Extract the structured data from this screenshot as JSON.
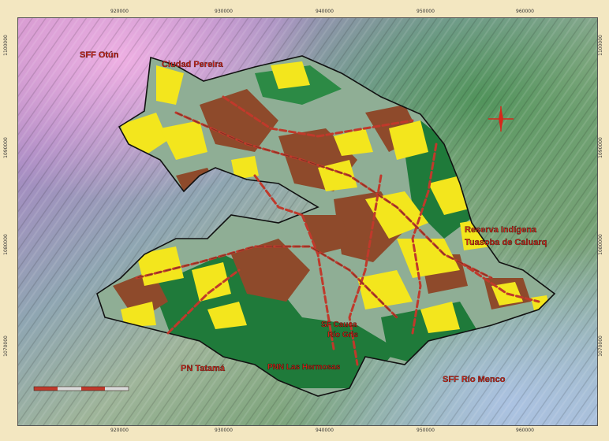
{
  "colors": {
    "frame": "#f3e7c1",
    "cover_yellow": "#f3e61d",
    "cover_brown": "#8e4a2b",
    "cover_green": "#1f7a3a",
    "label_red": "#d6271a",
    "boundary": "#111111"
  },
  "axis": {
    "top": [
      "920000",
      "930000",
      "940000",
      "950000",
      "960000"
    ],
    "bottom": [
      "920000",
      "930000",
      "940000",
      "950000",
      "960000"
    ],
    "left": [
      "1100000",
      "1090000",
      "1080000",
      "1070000"
    ],
    "right": [
      "1100000",
      "1090000",
      "1080000",
      "1070000"
    ]
  },
  "labels": {
    "sff_otun": "SFF Otún",
    "ciudad_pereira": "Ciudad Pereira",
    "reserva_line1": "Reserva Indígena",
    "reserva_line2": "Tuasoba de Caluarq",
    "pn_tatama": "PN Tatamá",
    "sff_cauca_line1": "SF Cauca",
    "sff_cauca_line2": "Río Gris",
    "pnn_las_hermosas": "PNN Las Hermosas",
    "sff_rio_menco": "SFF Río Menco"
  },
  "icons": {
    "north_arrow": "compass-rose-icon",
    "scale": "scale-bar-icon"
  }
}
